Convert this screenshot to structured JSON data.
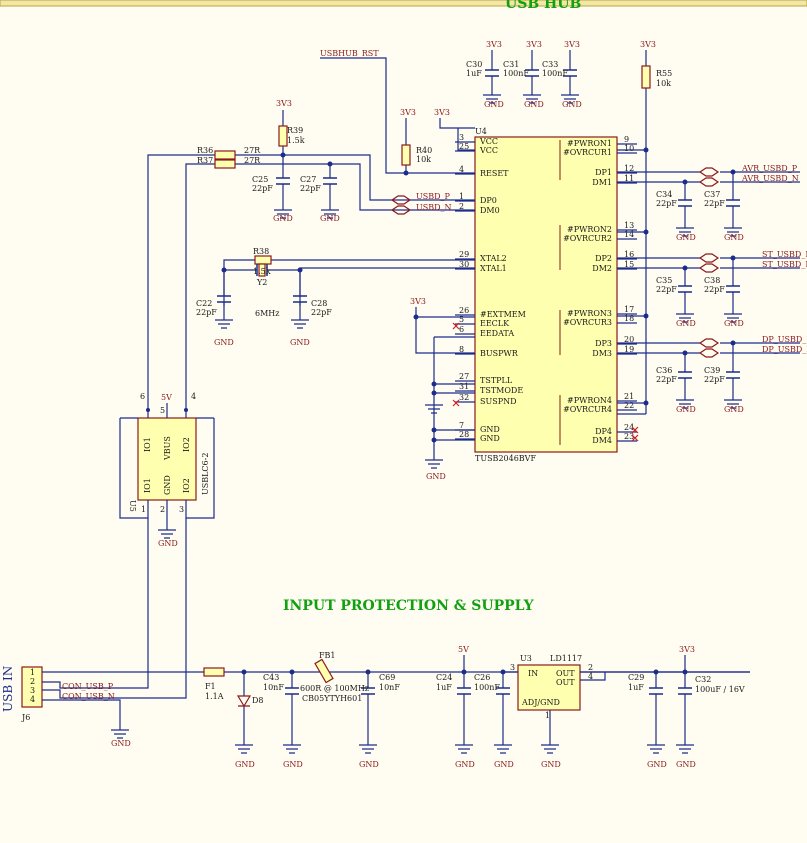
{
  "headings": {
    "usb_hub": "USB HUB",
    "input_protection": "INPUT PROTECTION & SUPPLY",
    "usb_in": "USB IN"
  },
  "power": {
    "v3v3": "3V3",
    "v5v": "5V",
    "gnd": "GND"
  },
  "ic_u4": {
    "ref": "U4",
    "part": "TUSB2046BVF",
    "left_pins": [
      {
        "num": "3",
        "name": "VCC"
      },
      {
        "num": "25",
        "name": "VCC"
      },
      {
        "num": "4",
        "name": "RESET"
      },
      {
        "num": "1",
        "name": "DP0"
      },
      {
        "num": "2",
        "name": "DM0"
      },
      {
        "num": "29",
        "name": "XTAL2"
      },
      {
        "num": "30",
        "name": "XTAL1"
      },
      {
        "num": "26",
        "name": "#EXTMEM"
      },
      {
        "num": "5",
        "name": "EECLK"
      },
      {
        "num": "6",
        "name": "EEDATA"
      },
      {
        "num": "8",
        "name": "BUSPWR"
      },
      {
        "num": "27",
        "name": "TSTPLL"
      },
      {
        "num": "31",
        "name": "TSTMODE"
      },
      {
        "num": "32",
        "name": "SUSPND"
      },
      {
        "num": "7",
        "name": "GND"
      },
      {
        "num": "28",
        "name": "GND"
      }
    ],
    "right_pins": [
      {
        "num": "9",
        "name": "#PWRON1"
      },
      {
        "num": "10",
        "name": "#OVRCUR1"
      },
      {
        "num": "12",
        "name": "DP1"
      },
      {
        "num": "11",
        "name": "DM1"
      },
      {
        "num": "13",
        "name": "#PWRON2"
      },
      {
        "num": "14",
        "name": "#OVRCUR2"
      },
      {
        "num": "16",
        "name": "DP2"
      },
      {
        "num": "15",
        "name": "DM2"
      },
      {
        "num": "17",
        "name": "#PWRON3"
      },
      {
        "num": "18",
        "name": "#OVRCUR3"
      },
      {
        "num": "20",
        "name": "DP3"
      },
      {
        "num": "19",
        "name": "DM3"
      },
      {
        "num": "21",
        "name": "#PWRON4"
      },
      {
        "num": "22",
        "name": "#OVRCUR4"
      },
      {
        "num": "24",
        "name": "DP4"
      },
      {
        "num": "23",
        "name": "DM4"
      }
    ]
  },
  "nets": {
    "usbhub_rst": "USBHUB_RST",
    "usbd_p": "USBD_P",
    "usbd_n": "USBD_N",
    "avr_p": "AVR_USBD_P",
    "avr_n": "AVR_USBD_N",
    "st_p": "ST_USBD_P",
    "st_n": "ST_USBD_N",
    "dp_p": "DP_USBD_P",
    "dp_n": "DP_USBD_N",
    "con_p": "CON_USB_P",
    "con_n": "CON_USB_N"
  },
  "components": {
    "c30": {
      "ref": "C30",
      "val": "1uF"
    },
    "c31": {
      "ref": "C31",
      "val": "100nF"
    },
    "c33": {
      "ref": "C33",
      "val": "100nF"
    },
    "r55": {
      "ref": "R55",
      "val": "10k"
    },
    "r40": {
      "ref": "R40",
      "val": "10k"
    },
    "r39": {
      "ref": "R39",
      "val": "1.5k"
    },
    "r36": {
      "ref": "R36",
      "val": "27R"
    },
    "r37": {
      "ref": "R37",
      "val": "27R"
    },
    "c25": {
      "ref": "C25",
      "val": "22pF"
    },
    "c27": {
      "ref": "C27",
      "val": "22pF"
    },
    "r38": {
      "ref": "R38",
      "val": "1.5k"
    },
    "y2": {
      "ref": "Y2",
      "val": "6MHz"
    },
    "c22": {
      "ref": "C22",
      "val": "22pF"
    },
    "c28": {
      "ref": "C28",
      "val": "22pF"
    },
    "c34": {
      "ref": "C34",
      "val": "22pF"
    },
    "c37": {
      "ref": "C37",
      "val": "22pF"
    },
    "c35": {
      "ref": "C35",
      "val": "22pF"
    },
    "c38": {
      "ref": "C38",
      "val": "22pF"
    },
    "c36": {
      "ref": "C36",
      "val": "22pF"
    },
    "c39": {
      "ref": "C39",
      "val": "22pF"
    },
    "u5": {
      "ref": "U5",
      "part": "USBLC6-2",
      "io1": "IO1",
      "io2": "IO2",
      "vbus": "VBUS",
      "gnd": "GND"
    },
    "j6": {
      "ref": "J6"
    },
    "f1": {
      "ref": "F1",
      "val": "1.1A"
    },
    "d8": {
      "ref": "D8"
    },
    "c43": {
      "ref": "C43",
      "val": "10nF"
    },
    "fb1": {
      "ref": "FB1",
      "val": "600R @ 100MHz",
      "part": "CB05YTYH601"
    },
    "c69": {
      "ref": "C69",
      "val": "10nF"
    },
    "c24": {
      "ref": "C24",
      "val": "1uF"
    },
    "c26": {
      "ref": "C26",
      "val": "100nF"
    },
    "u3": {
      "ref": "U3",
      "part": "LD1117",
      "in": "IN",
      "out": "OUT",
      "adj": "ADJ/GND"
    },
    "c29": {
      "ref": "C29",
      "val": "1uF"
    },
    "c32": {
      "ref": "C32",
      "val": "100uF / 16V"
    }
  },
  "j6_pins": [
    "1",
    "2",
    "3",
    "4"
  ]
}
